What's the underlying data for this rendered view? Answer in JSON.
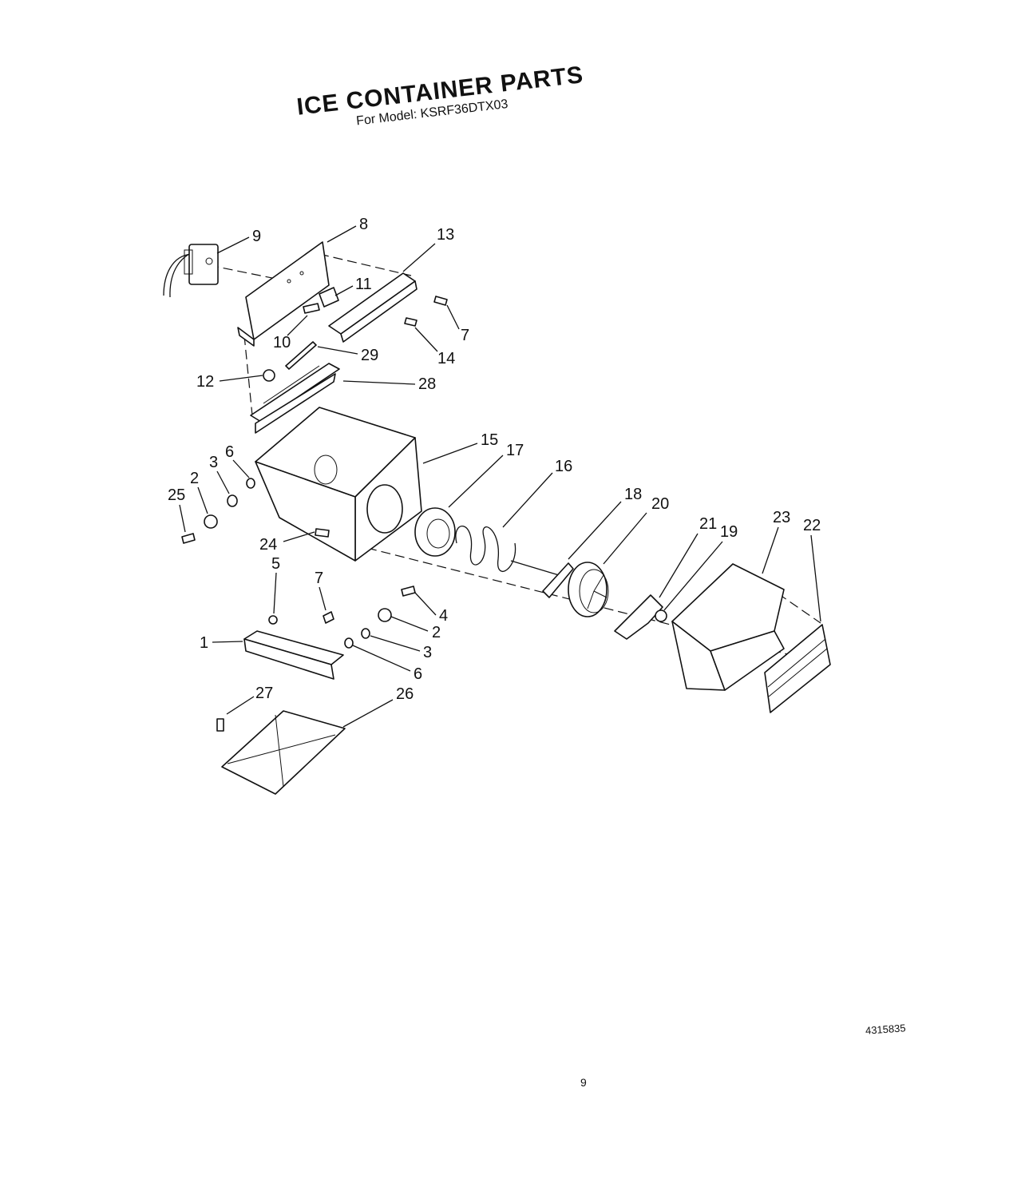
{
  "title": "ICE CONTAINER PARTS",
  "subtitle": "For Model: KSRF36DTX03",
  "document_code": "4315835",
  "page_number": "9",
  "callouts": [
    "9",
    "8",
    "13",
    "11",
    "10",
    "7",
    "29",
    "14",
    "12",
    "28",
    "15",
    "17",
    "16",
    "6",
    "3",
    "2",
    "25",
    "24",
    "18",
    "20",
    "21",
    "19",
    "23",
    "22",
    "5",
    "7",
    "4",
    "2",
    "1",
    "3",
    "6",
    "27",
    "26"
  ]
}
